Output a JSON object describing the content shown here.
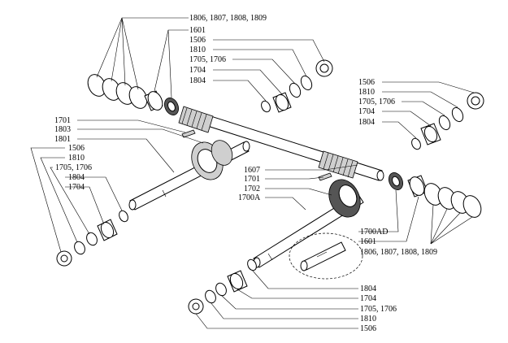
{
  "callouts": {
    "top_left": {
      "c1806": "1806, 1807, 1808, 1809",
      "c1601": "1601",
      "c1506": "1506",
      "c1810": "1810",
      "c1705": "1705, 1706",
      "c1704": "1704",
      "c1804": "1804"
    },
    "top_right": {
      "c1506": "1506",
      "c1810": "1810",
      "c1705": "1705, 1706",
      "c1704": "1704",
      "c1804": "1804"
    },
    "left_shaft": {
      "c1701": "1701",
      "c1803": "1803",
      "c1801": "1801",
      "c1506": "1506",
      "c1810": "1810",
      "c1705": "1705, 1706",
      "c1804": "1804",
      "c1704": "1704"
    },
    "center": {
      "c1607": "1607",
      "c1701": "1701",
      "c1702": "1702",
      "c1700A": "1700A"
    },
    "right": {
      "c1700AD": "1700AD",
      "c1601": "1601",
      "c1806": "1806, 1807, 1808, 1809"
    },
    "bottom": {
      "c1804": "1804",
      "c1704": "1704",
      "c1705": "1705, 1706",
      "c1810": "1810",
      "c1506": "1506"
    }
  }
}
